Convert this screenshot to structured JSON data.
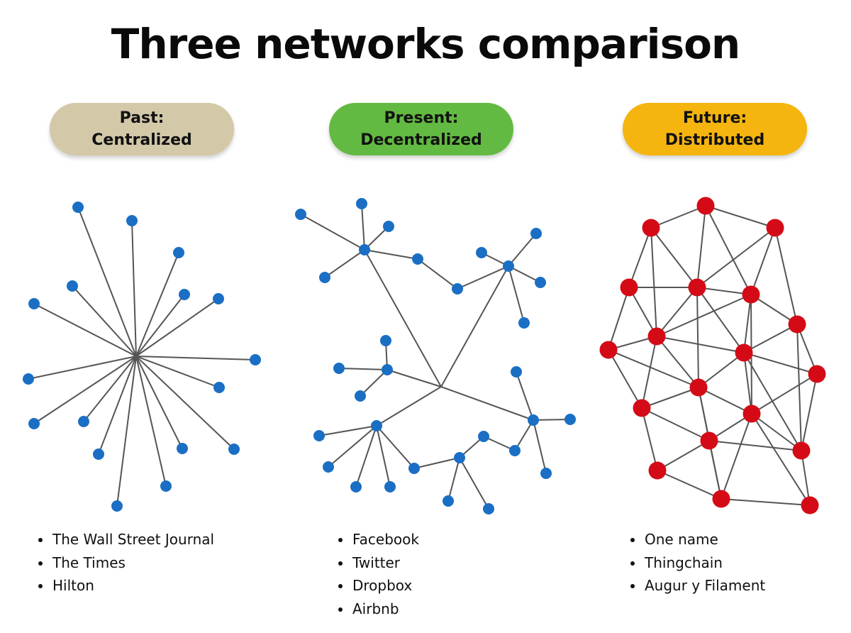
{
  "title": "Three networks comparison",
  "colors": {
    "past_pill": "#d3c8a8",
    "present_pill": "#63ba42",
    "future_pill": "#f5b50e",
    "edge": "#555555",
    "blue_node": "#1a6fc4",
    "red_node": "#d40b16"
  },
  "columns": [
    {
      "key": "past",
      "label_line1": "Past:",
      "label_line2": "Centralized",
      "topology": "star",
      "examples": [
        "The Wall Street Journal",
        "The Times",
        "Hilton"
      ]
    },
    {
      "key": "present",
      "label_line1": "Present:",
      "label_line2": "Decentralized",
      "topology": "hub-and-spoke clusters",
      "examples": [
        "Facebook",
        "Twitter",
        "Dropbox",
        "Airbnb"
      ]
    },
    {
      "key": "future",
      "label_line1": "Future:",
      "label_line2": "Distributed",
      "topology": "mesh",
      "examples": [
        "One name",
        "Thingchain",
        "Augur y Filament"
      ]
    }
  ]
}
